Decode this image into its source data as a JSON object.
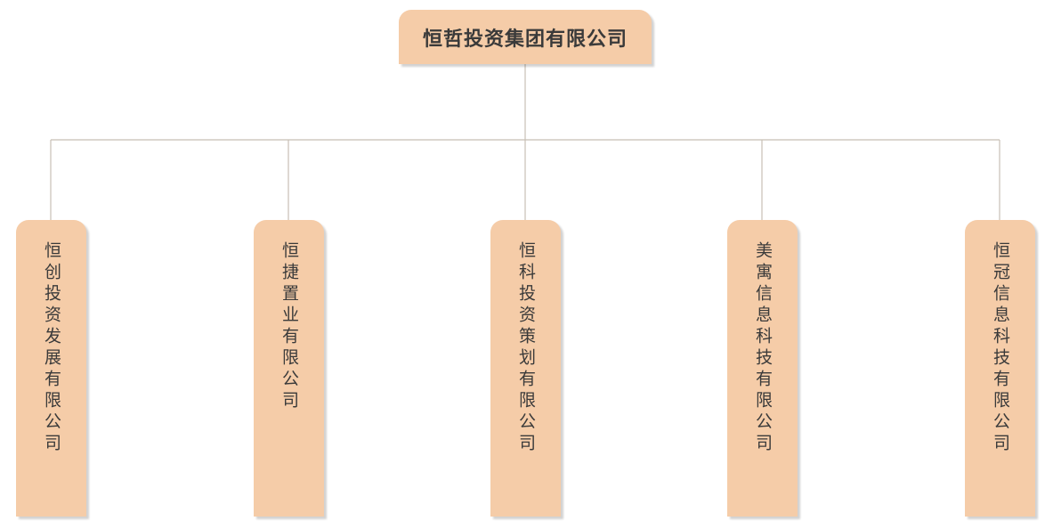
{
  "root": {
    "label": "恒哲投资集团有限公司"
  },
  "children": [
    {
      "label": "恒创投资发展有限公司"
    },
    {
      "label": "恒捷置业有限公司"
    },
    {
      "label": "恒科投资策划有限公司"
    },
    {
      "label": "美寓信息科技有限公司"
    },
    {
      "label": "恒冠信息科技有限公司"
    }
  ],
  "colors": {
    "node_fill": "#f5cca8",
    "connector": "#c8bfb5",
    "text": "#3a3a3a"
  }
}
